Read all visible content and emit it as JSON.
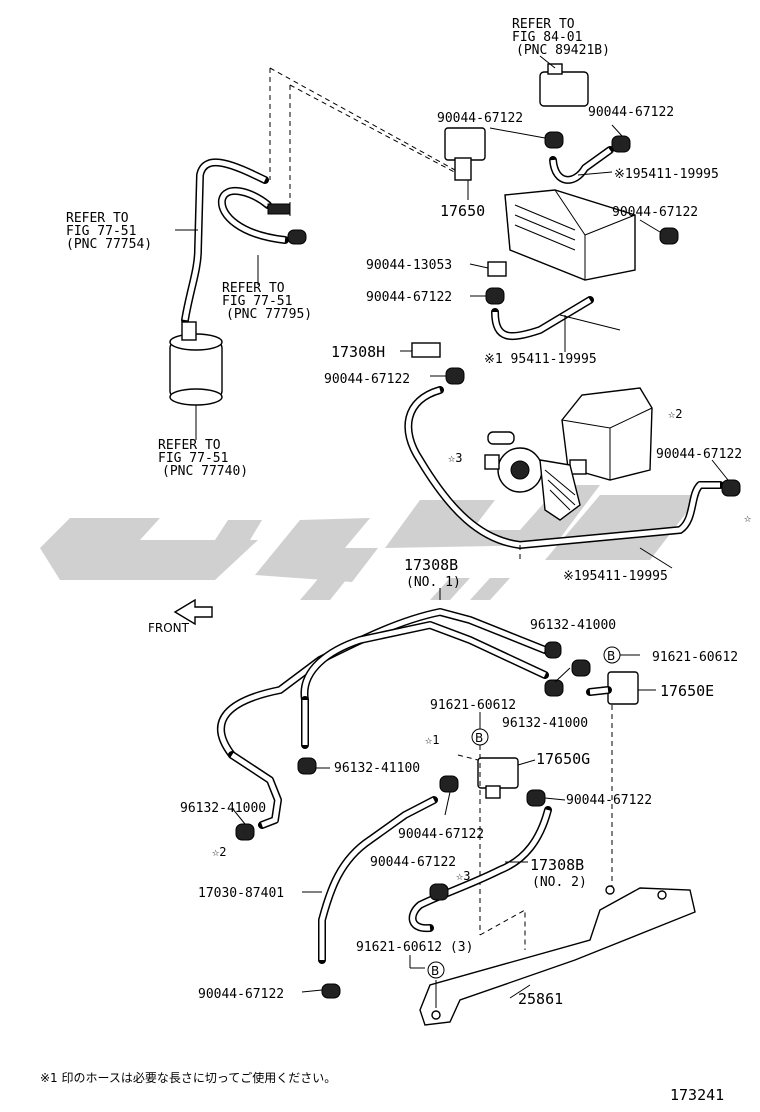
{
  "labels": {
    "refer_8401": [
      "REFER TO",
      "FIG 84-01",
      "(PNC 89421B)"
    ],
    "refer_77754": [
      "REFER TO",
      "FIG 77-51",
      "(PNC 77754)"
    ],
    "refer_77795": [
      "REFER TO",
      "FIG 77-51",
      "(PNC 77795)"
    ],
    "refer_77740": [
      "REFER TO",
      "FIG 77-51",
      "(PNC 77740)"
    ],
    "p_90044_67122_a": "90044-67122",
    "p_90044_67122_b": "90044-67122",
    "p_195411_a": "※195411-19995",
    "p_90044_67122_c": "90044-67122",
    "p_17650": "17650",
    "p_90044_13053": "90044-13053",
    "p_90044_67122_d": "90044-67122",
    "p_195411_b": "※1 95411-19995",
    "p_17308h": "17308H",
    "p_90044_67122_e": "90044-67122",
    "p_90044_67122_f": "90044-67122",
    "p_195411_c": "※195411-19995",
    "star2_a": "☆2",
    "star3_a": "☆3",
    "star_a": "☆",
    "p_17308b_1": [
      "17308B",
      "(NO. 1)"
    ],
    "front": "FRONT",
    "p_96132_41000_a": "96132-41000",
    "p_91621_60612_a": "91621-60612",
    "circle_b": "B",
    "p_17650e": "17650E",
    "p_91621_60612_b": "91621-60612",
    "p_96132_41000_b": "96132-41000",
    "star1": "☆1",
    "p_17650g": "17650G",
    "p_96132_41100": "96132-41100",
    "p_96132_41000_c": "96132-41000",
    "star2_b": "☆2",
    "p_90044_67122_g": "90044-67122",
    "p_90044_67122_h": "90044-67122",
    "p_90044_67122_i": "90044-67122",
    "star3_b": "☆3",
    "p_17308b_2": [
      "17308B",
      "(NO. 2)"
    ],
    "p_17030": "17030-87401",
    "p_91621_60612_c": "91621-60612 (3)",
    "p_25861": "25861",
    "p_90044_67122_j": "90044-67122",
    "footnote": "※1 印のホースは必要な長さに切ってご使用ください。",
    "fig_number": "173241"
  },
  "colors": {
    "line": "#000000",
    "watermark": "#d0d0d0",
    "background": "#ffffff"
  }
}
